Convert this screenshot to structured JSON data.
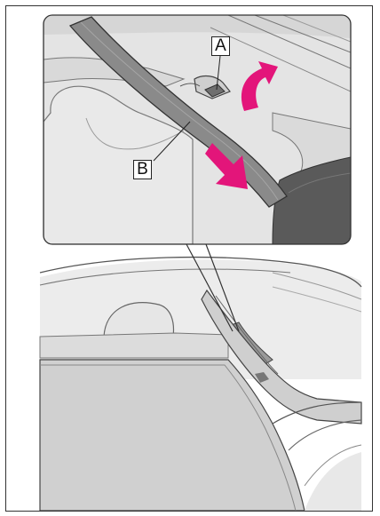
{
  "callouts": {
    "a": "A",
    "b": "B"
  },
  "colors": {
    "arrow": "#e3157a",
    "background_grey": "#e3e3e3",
    "strap_grey": "#8a8a8a"
  },
  "icons": {
    "rotate_arrow": "curved-arrow-up-right",
    "pull_arrow": "arrow-down-right"
  }
}
